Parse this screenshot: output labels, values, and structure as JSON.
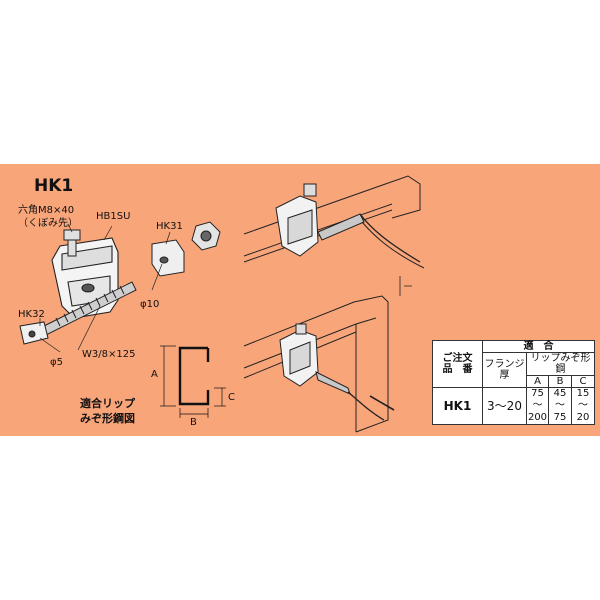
{
  "product": {
    "code": "HK1"
  },
  "labels": {
    "bolt_line1": "六角M8×40",
    "bolt_line2": "（くぼみ先）",
    "hb1su": "HB1SU",
    "hk31": "HK31",
    "hk32": "HK32",
    "phi10": "φ10",
    "phi5": "φ5",
    "rod": "W3/8×125"
  },
  "section": {
    "title_line1": "適合リップ",
    "title_line2": "みぞ形鋼図",
    "dim_a": "A",
    "dim_b": "B",
    "dim_c": "C"
  },
  "spec_table": {
    "order_code_line1": "ご注文",
    "order_code_line2": "品　番",
    "fit_header": "適　合",
    "flange_header": "フランジ厚",
    "lip_header": "リップみぞ形鋼",
    "col_a": "A",
    "col_b": "B",
    "col_c": "C",
    "rows": [
      {
        "model": "HK1",
        "flange": "3〜20",
        "a_min": "75",
        "a_max": "200",
        "b_min": "45",
        "b_max": "75",
        "c_min": "15",
        "c_max": "20",
        "sep": "〜"
      }
    ]
  },
  "colors": {
    "panel_background": "#f9a57a"
  }
}
